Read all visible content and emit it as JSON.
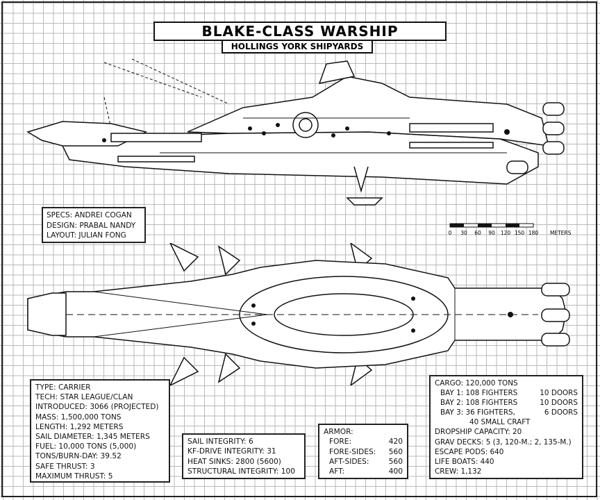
{
  "title": "BLAKE-CLASS WARSHIP",
  "subtitle": "HOLLINGS YORK SHIPYARDS",
  "credits": {
    "specs": "SPECS: ANDREI COGAN",
    "design": "DESIGN: PRABAL NANDY",
    "layout": "LAYOUT: JULIAN FONG"
  },
  "scale": {
    "ticks": [
      "0",
      "30",
      "60",
      "90",
      "120",
      "150",
      "180"
    ],
    "unit": "METERS"
  },
  "stats": {
    "type": "TYPE: CARRIER",
    "tech": "TECH: STAR LEAGUE/CLAN",
    "introduced": "INTRODUCED: 3066 (PROJECTED)",
    "mass": "MASS: 1,500,000 TONS",
    "length": "LENGTH: 1,292 METERS",
    "sail_diameter": "SAIL DIAMETER: 1,345 METERS",
    "fuel": "FUEL: 10,000 TONS (5,000)",
    "tons_burn_day": "TONS/BURN-DAY: 39.52",
    "safe_thrust": "SAFE THRUST: 3",
    "maximum_thrust": "MAXIMUM THRUST: 5"
  },
  "integrity": {
    "sail": "SAIL INTEGRITY: 6",
    "kf_drive": "KF-DRIVE INTEGRITY: 31",
    "heat_sinks": "HEAT SINKS: 2800 (5600)",
    "structural": "STRUCTURAL INTEGRITY: 100"
  },
  "armor": {
    "heading": "ARMOR:",
    "rows": [
      {
        "label": "FORE:",
        "value": "420"
      },
      {
        "label": "FORE-SIDES:",
        "value": "560"
      },
      {
        "label": "AFT-SIDES:",
        "value": "560"
      },
      {
        "label": "AFT:",
        "value": "400"
      }
    ]
  },
  "cargo": {
    "cargo": "CARGO: 120,000 TONS",
    "bays": [
      {
        "label": "BAY 1: 108 FIGHTERS",
        "doors": "10 DOORS"
      },
      {
        "label": "BAY 2: 108 FIGHTERS",
        "doors": "10 DOORS"
      },
      {
        "label": "BAY 3: 36 FIGHTERS,",
        "doors": "6 DOORS"
      }
    ],
    "bay3_extra": "40 SMALL CRAFT",
    "dropship": "DROPSHIP CAPACITY: 20",
    "grav": "GRAV DECKS: 5 (3, 120-M.; 2, 135-M.)",
    "escape": "ESCAPE PODS: 640",
    "lifeboats": "LIFE BOATS: 440",
    "crew": "CREW: 1,132"
  }
}
